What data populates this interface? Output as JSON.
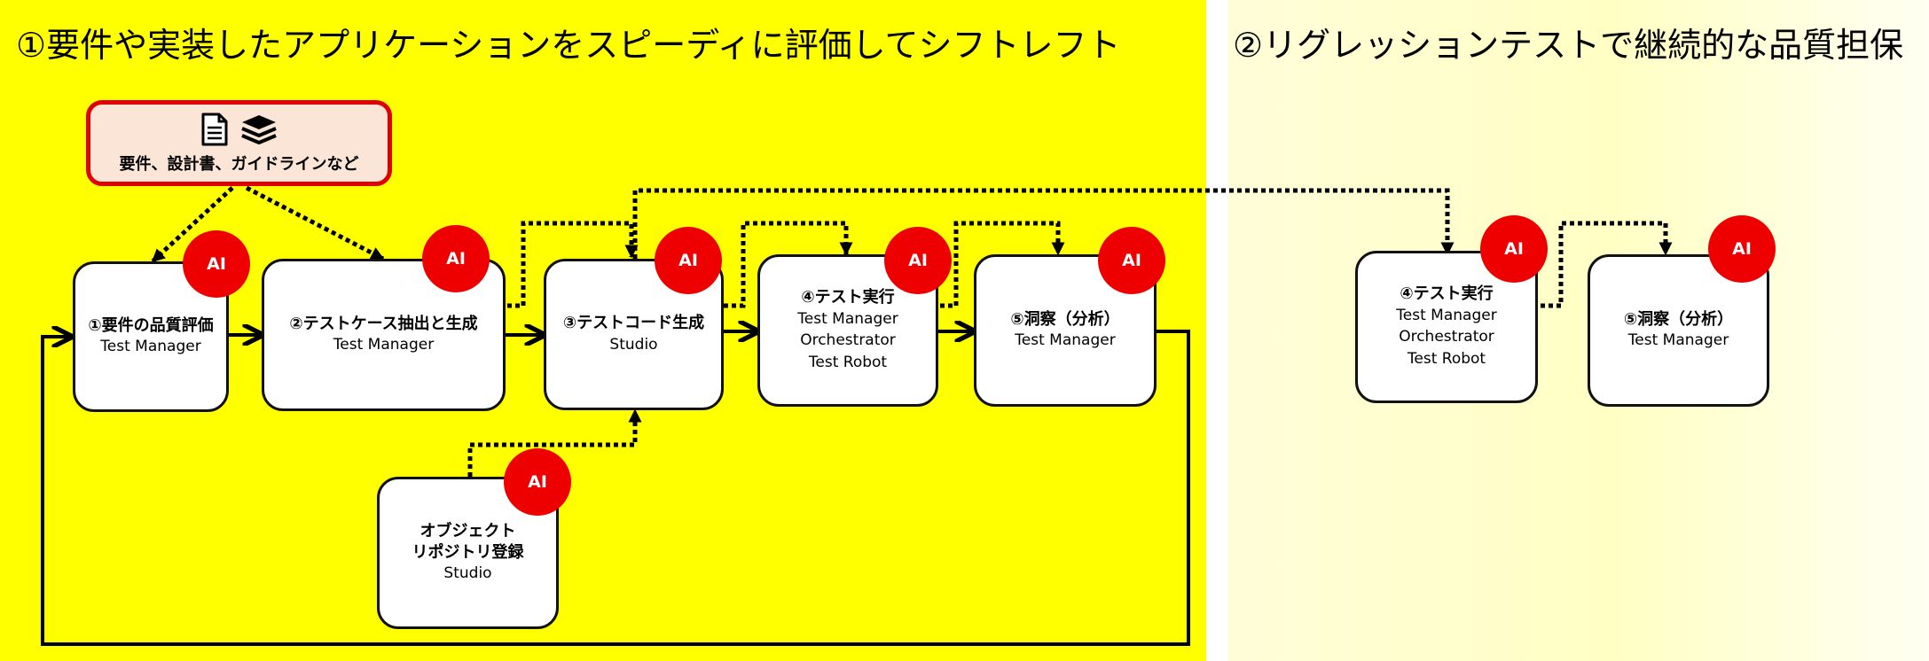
{
  "headings": {
    "left": "①要件や実装したアプリケーションをスピーディに評価してシフトレフト",
    "right": "②リグレッションテストで継続的な品質担保"
  },
  "source_box": {
    "label": "要件、設計書、ガイドラインなど",
    "icons": [
      "document-icon",
      "books-stack-icon"
    ]
  },
  "ai_badge": "AI",
  "steps": [
    {
      "title": "①要件の品質評価",
      "sub": [
        "Test Manager"
      ]
    },
    {
      "title": "②テストケース抽出と生成",
      "sub": [
        "Test Manager"
      ]
    },
    {
      "title": "③テストコード生成",
      "sub": [
        "Studio"
      ]
    },
    {
      "title": "④テスト実行",
      "sub": [
        "Test Manager",
        "Orchestrator",
        "Test Robot"
      ]
    },
    {
      "title": "⑤洞察（分析）",
      "sub": [
        "Test Manager"
      ]
    },
    {
      "title_lines": [
        "オブジェクト",
        "リポジトリ登録"
      ],
      "sub": [
        "Studio"
      ]
    }
  ],
  "regression_steps": [
    {
      "title": "④テスト実行",
      "sub": [
        "Test Manager",
        "Orchestrator",
        "Test Robot"
      ]
    },
    {
      "title": "⑤洞察（分析）",
      "sub": [
        "Test Manager"
      ]
    }
  ],
  "colors": {
    "left_panel": "#ffff00",
    "right_panel": "#ffffcc",
    "ai_badge": "#ee0000",
    "source_border": "#e00000",
    "source_fill": "#fbe5d6"
  }
}
